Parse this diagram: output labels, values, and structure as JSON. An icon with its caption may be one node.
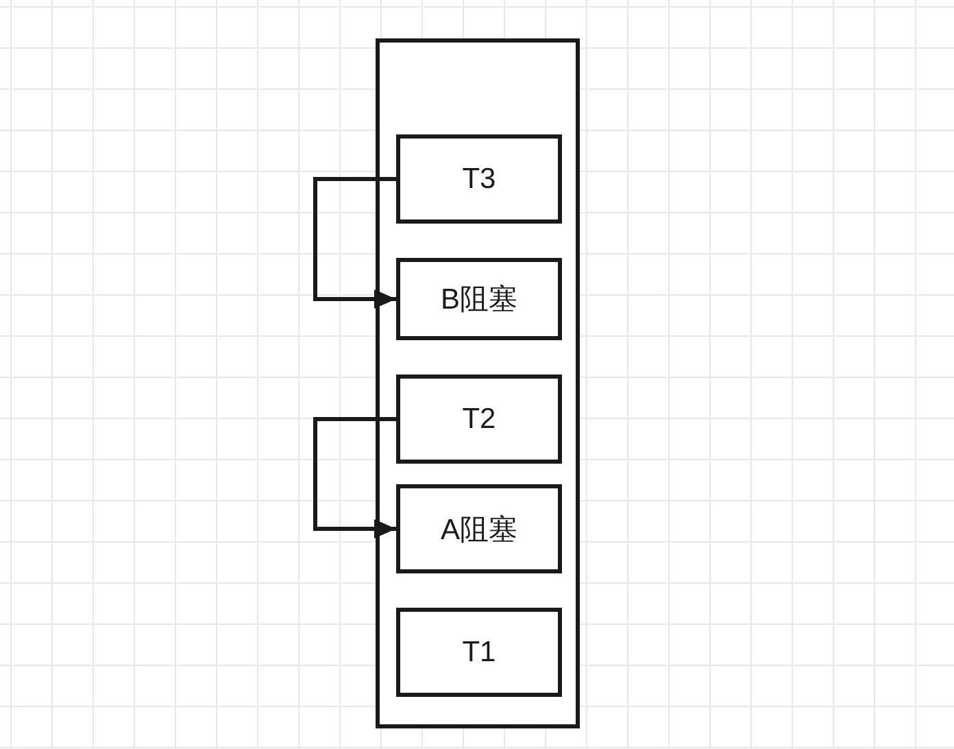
{
  "diagram": {
    "nodes": [
      {
        "text": [],
        "shape": "box"
      },
      {
        "text": [
          "T3"
        ],
        "in": 0
      },
      {
        "text": [
          "B阻塞"
        ],
        "in": 0
      },
      {
        "text": [
          "T2"
        ],
        "in": 0
      },
      {
        "text": [
          "A阻塞"
        ],
        "in": 0
      },
      {
        "text": [
          "T1"
        ],
        "in": 0
      }
    ],
    "edges": [
      {
        "from": 1,
        "to": 2,
        "arrow": "to"
      },
      {
        "from": 3,
        "to": 4,
        "arrow": "to"
      }
    ]
  }
}
